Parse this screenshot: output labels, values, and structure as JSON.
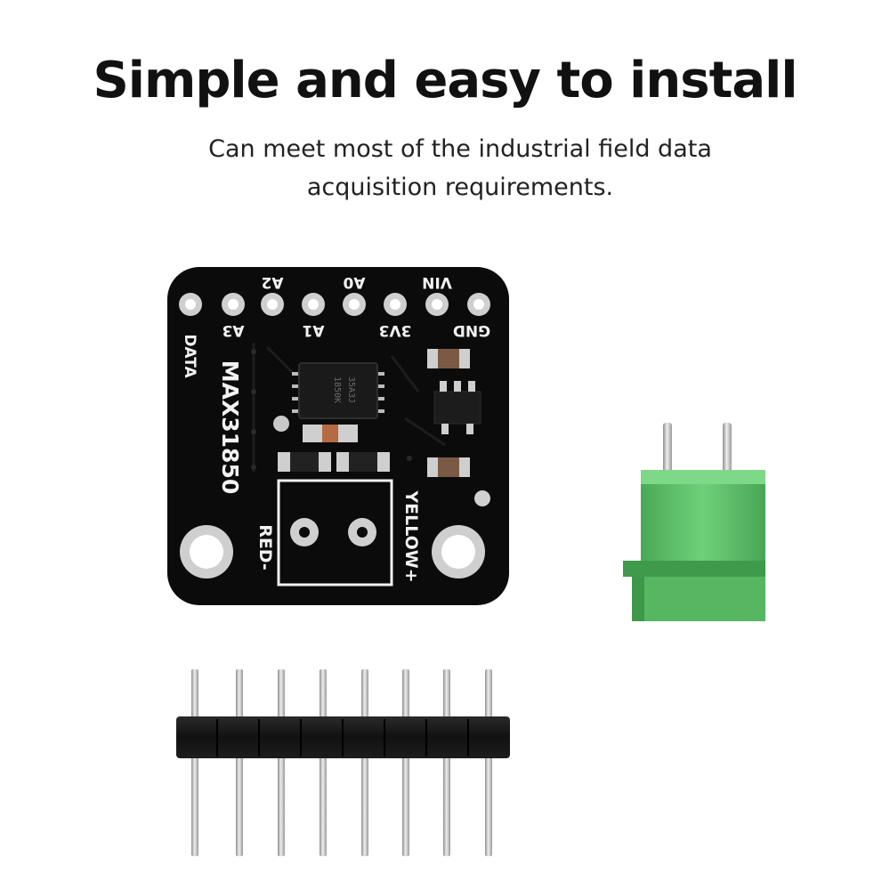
{
  "headline": "Simple and easy to install",
  "subline": {
    "line1": "Can meet most of the industrial field data",
    "line2": "acquisition requirements."
  },
  "board": {
    "model_label": "MAX31850",
    "pin_labels": {
      "data": "DATA",
      "a3": "A3",
      "a2": "A2",
      "a1": "A1",
      "a0": "A0",
      "v3v3": "3V3",
      "vin": "VIN",
      "gnd": "GND"
    },
    "terminal_labels": {
      "red": "RED-",
      "yellow": "YELLOW+"
    },
    "chip_marking": [
      "1850K",
      "35A3J"
    ]
  },
  "colors": {
    "pcb": "#0b0b0b",
    "silkscreen": "#f2f2f2",
    "pad": "#cfcfcf",
    "terminal_block": "#5fbf6a",
    "header_plastic": "#151515",
    "pin_metal": "#c9c9c9"
  }
}
